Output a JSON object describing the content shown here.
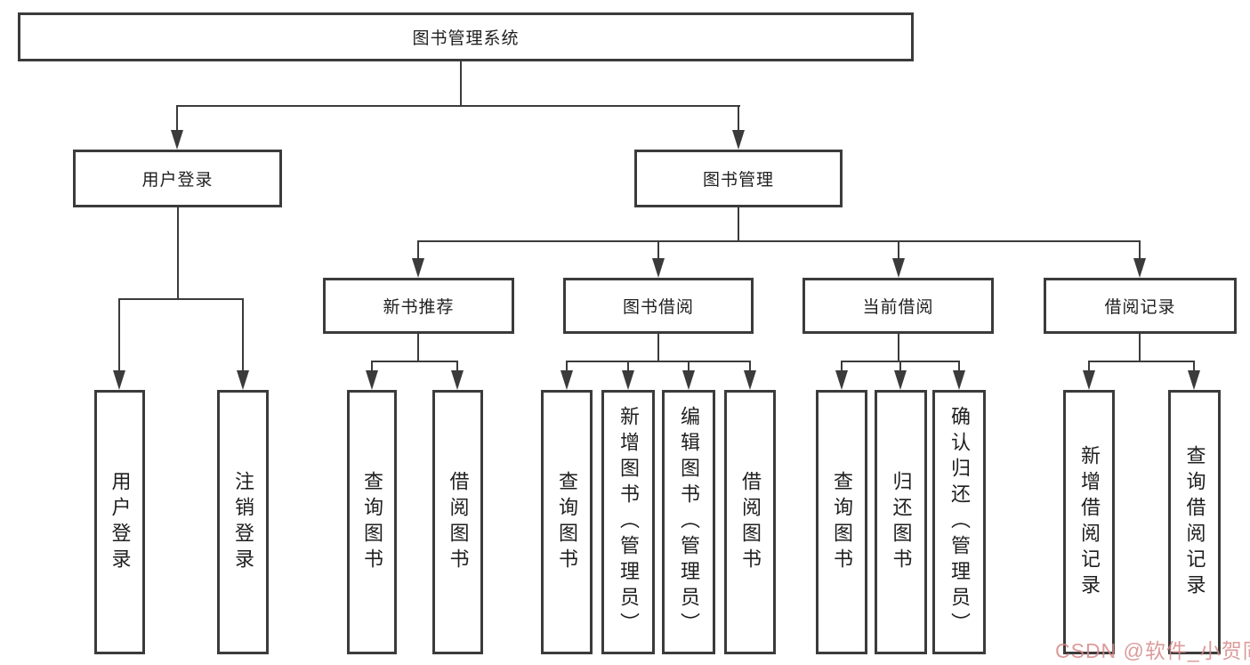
{
  "diagram_title": "图书管理系统",
  "nodes": {
    "root": "图书管理系统",
    "level2": {
      "user_login": "用户登录",
      "book_mgmt": "图书管理"
    },
    "level3": {
      "new_books": "新书推荐",
      "book_borrow": "图书借阅",
      "current_borrow": "当前借阅",
      "borrow_records": "借阅记录"
    },
    "leaves": {
      "user_login_leaf": "用户登录",
      "logout": "注销登录",
      "nb_query": "查询图书",
      "nb_borrow": "借阅图书",
      "bb_query": "查询图书",
      "bb_add": "新增图书（管理员）",
      "bb_edit": "编辑图书（管理员）",
      "bb_borrow": "借阅图书",
      "cb_query": "查询图书",
      "cb_return": "归还图书",
      "cb_confirm": "确认归还（管理员）",
      "br_add": "新增借阅记录",
      "br_query": "查询借阅记录"
    }
  },
  "watermark": {
    "text": "CSDN @软件_小贺同学",
    "color": "#d6898a"
  },
  "colors": {
    "line": "#3b3b3b",
    "box_border": "#3b3b3b",
    "box_fill": "#ffffff",
    "text": "#1f1f1f",
    "background": "#ffffff"
  }
}
